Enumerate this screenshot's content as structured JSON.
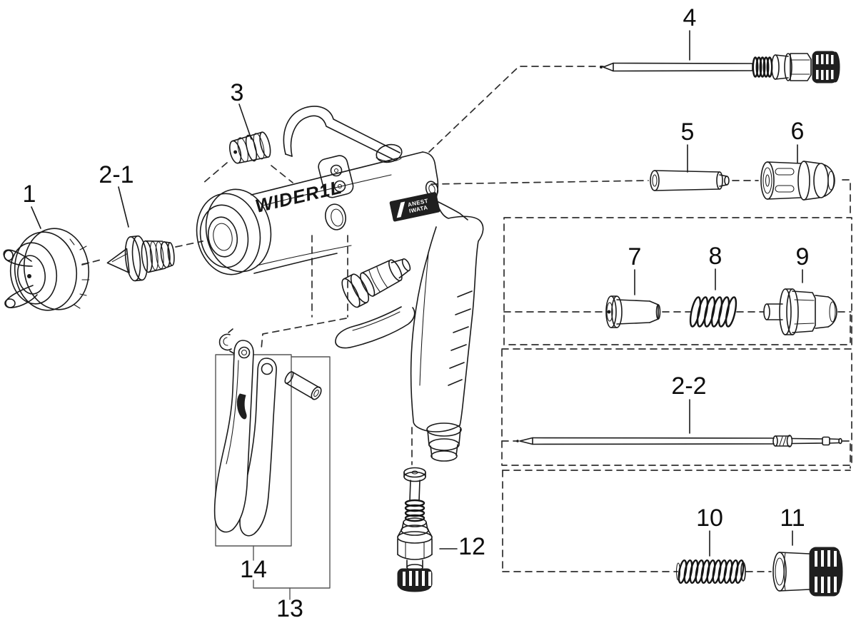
{
  "diagram": {
    "background_color": "#ffffff",
    "line_color": "#1a1a1a",
    "dark_fill_color": "#1f1f1f",
    "gun": {
      "model_text": "WIDER1L",
      "brand_line1": "ANEST",
      "brand_line2": "IWATA"
    },
    "part_labels": [
      {
        "id": "1",
        "text": "1"
      },
      {
        "id": "2-1",
        "text": "2-1"
      },
      {
        "id": "3",
        "text": "3"
      },
      {
        "id": "4",
        "text": "4"
      },
      {
        "id": "5",
        "text": "5"
      },
      {
        "id": "6",
        "text": "6"
      },
      {
        "id": "7",
        "text": "7"
      },
      {
        "id": "8",
        "text": "8"
      },
      {
        "id": "9",
        "text": "9"
      },
      {
        "id": "2-2",
        "text": "2-2"
      },
      {
        "id": "10",
        "text": "10"
      },
      {
        "id": "11",
        "text": "11"
      },
      {
        "id": "12",
        "text": "12"
      },
      {
        "id": "13",
        "text": "13"
      },
      {
        "id": "14",
        "text": "14"
      }
    ]
  }
}
